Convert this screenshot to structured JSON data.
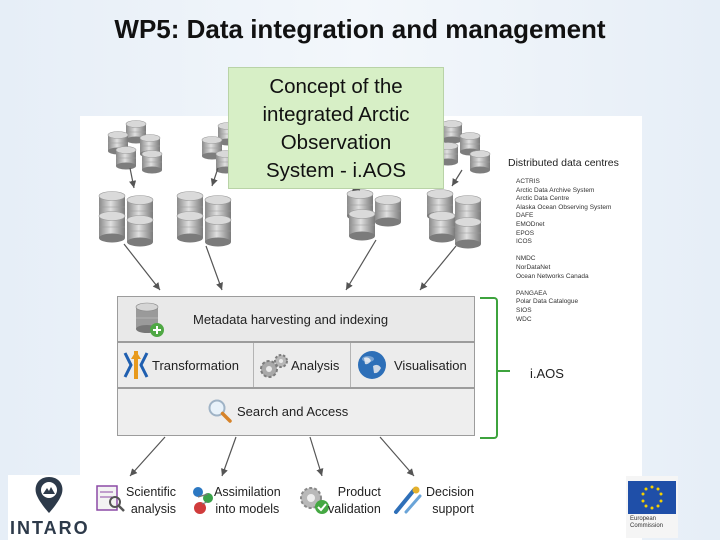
{
  "slide": {
    "title": "WP5: Data integration and management"
  },
  "concept_box": {
    "text": "Concept of the\nintegrated Arctic\nObservation\nSystem - i.AOS"
  },
  "data_centres": {
    "title": "Distributed data centres",
    "sources": [
      "ACTRIS",
      "Arctic Data Archive System",
      "Arctic Data Centre",
      "Alaska Ocean Observing System",
      "DAFE",
      "EMODnet",
      "EPOS",
      "ICOS",
      "",
      "NMDC",
      "NorDataNet",
      "Ocean Networks Canada",
      "",
      "PANGAEA",
      "Polar Data Catalogue",
      "SIOS",
      "WDC"
    ]
  },
  "panel": {
    "metadata_label": "Metadata harvesting and indexing",
    "transformation_label": "Transformation",
    "analysis_label": "Analysis",
    "visualisation_label": "Visualisation",
    "search_label": "Search and Access"
  },
  "iaos_label": "i.AOS",
  "outputs": {
    "scientific": "Scientific\nanalysis",
    "assimilation": "Assimilation\ninto models",
    "product": "Product\nvalidation",
    "decision": "Decision\nsupport"
  },
  "logos": {
    "intaros": "INTARO",
    "eu_caption": "European\nCommission"
  },
  "colors": {
    "concept_box_bg": "#d7efc6",
    "bracket": "#3da33d",
    "arrow": "#555555"
  }
}
